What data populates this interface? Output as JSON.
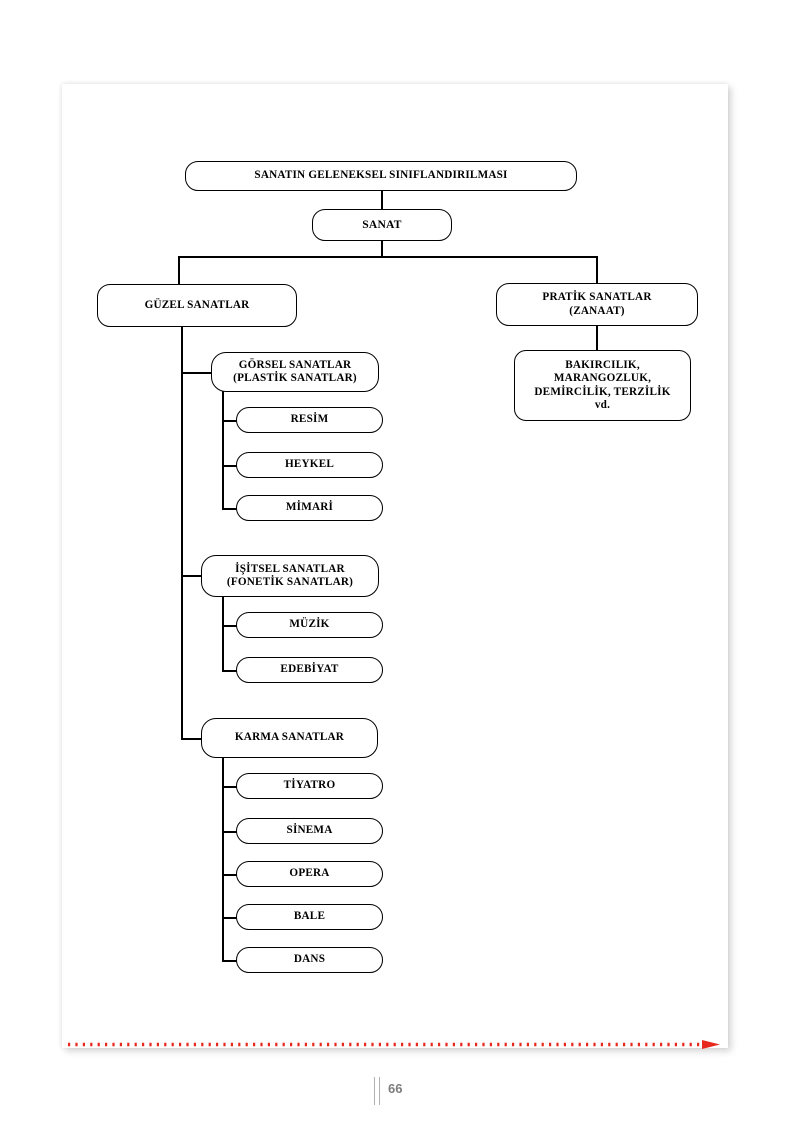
{
  "page": {
    "number": "66",
    "background_color": "#ffffff",
    "accent_color": "#e8271d"
  },
  "diagram": {
    "title": "SANATIN GELENEKSEL SINIFLANDIRILMASI",
    "root": "SANAT",
    "branches": {
      "fine_arts": {
        "label": "GÜZEL SANATLAR",
        "groups": [
          {
            "label": "GÖRSEL SANATLAR\n(PLASTİK SANATLAR)",
            "items": [
              "RESİM",
              "HEYKEL",
              "MİMARİ"
            ]
          },
          {
            "label": "İŞİTSEL SANATLAR\n(FONETİK SANATLAR)",
            "items": [
              "MÜZİK",
              "EDEBİYAT"
            ]
          },
          {
            "label": "KARMA SANATLAR",
            "items": [
              "TİYATRO",
              "SİNEMA",
              "OPERA",
              "BALE",
              "DANS"
            ]
          }
        ]
      },
      "practical_arts": {
        "label": "PRATİK SANATLAR\n(ZANAAT)",
        "items": [
          "BAKIRCILIK,\nMARANGOZLUK,\nDEMİRCİLİK, TERZİLİK\nvd."
        ]
      }
    }
  },
  "decoration": {
    "arrow_color": "#e8271d",
    "arrow_name": "red-dotted-arrow"
  }
}
